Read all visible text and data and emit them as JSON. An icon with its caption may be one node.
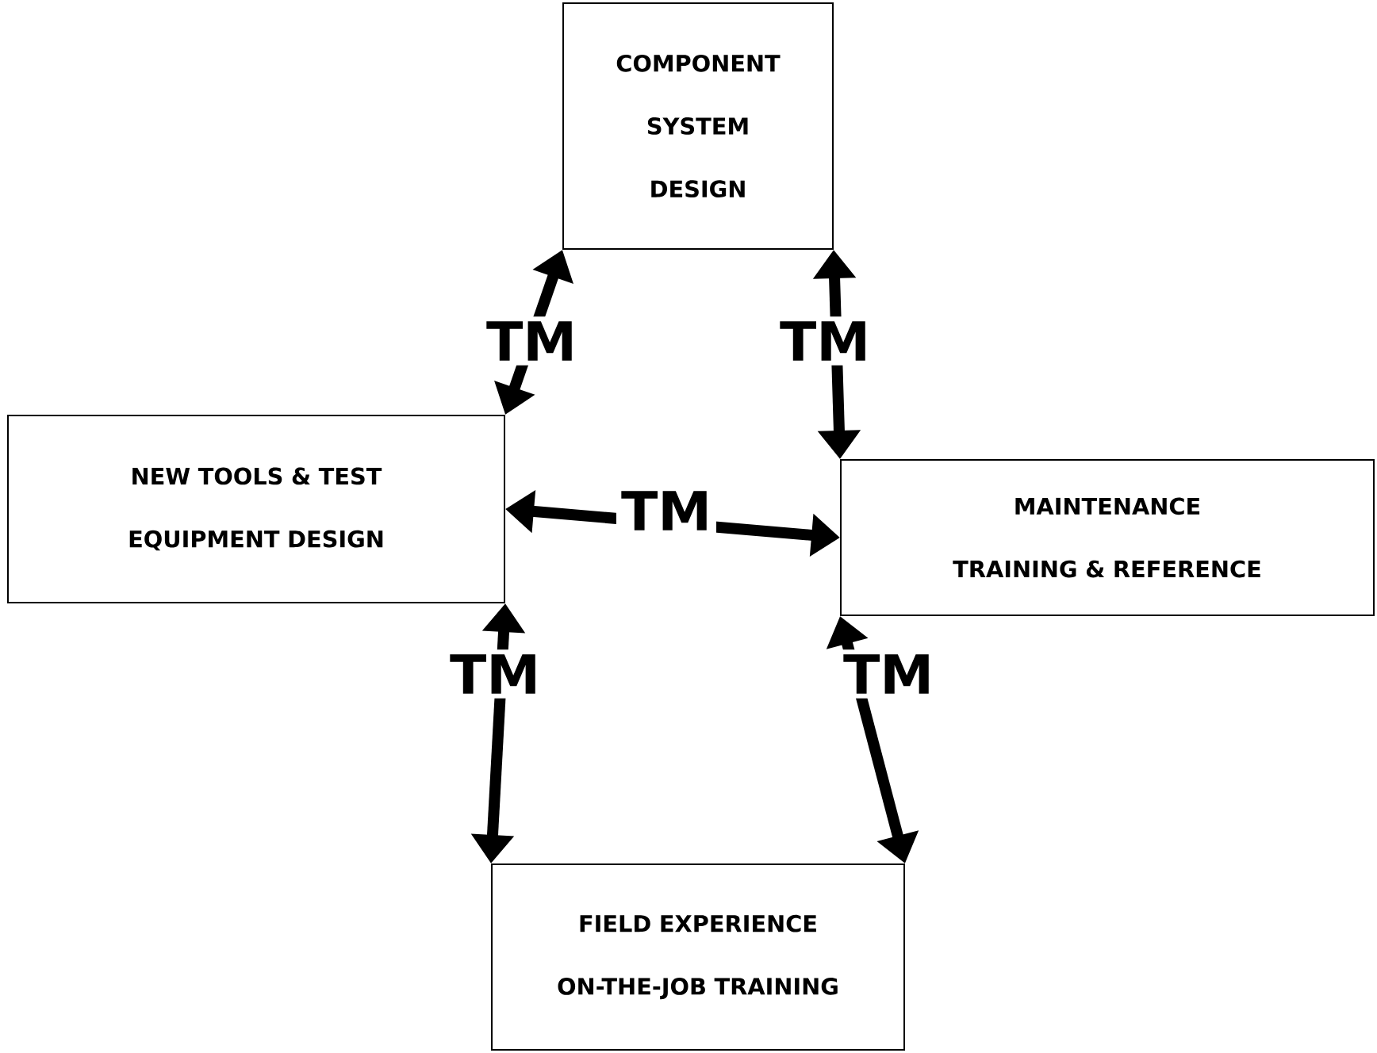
{
  "diagram": {
    "nodes": [
      {
        "text": [
          "COMPONENT SYSTEM DESIGN"
        ]
      },
      {
        "text": [
          "NEW TOOLS & TEST EQUIPMENT DESIGN"
        ]
      },
      {
        "text": [
          "MAINTENANCE TRAINING & REFERENCE"
        ]
      },
      {
        "text": [
          "FIELD EXPERIENCE ON-THE-JOB TRAINING"
        ]
      }
    ],
    "edges": [
      {
        "from": 1,
        "to": 0,
        "arrow": "both",
        "label": "TM"
      },
      {
        "from": 0,
        "to": 2,
        "arrow": "both",
        "label": "TM"
      },
      {
        "from": 1,
        "to": 2,
        "arrow": "both",
        "label": "TM"
      },
      {
        "from": 1,
        "to": 3,
        "arrow": "both",
        "label": "TM"
      },
      {
        "from": 2,
        "to": 3,
        "arrow": "both",
        "label": "TM"
      }
    ]
  }
}
